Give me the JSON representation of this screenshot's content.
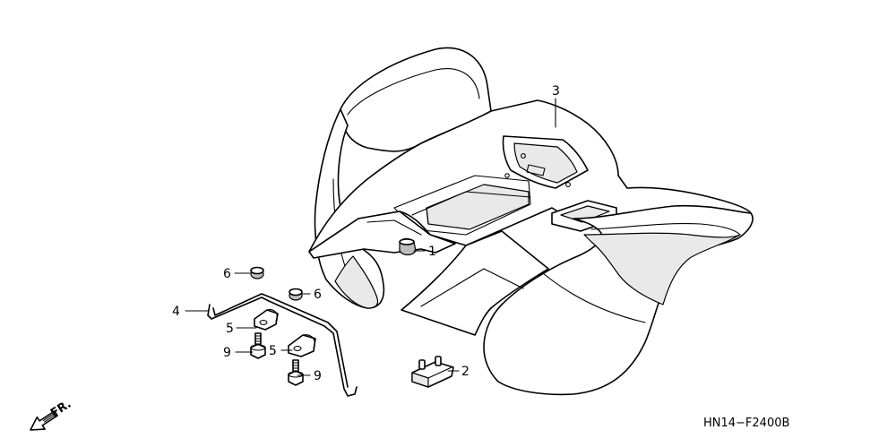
{
  "diagram_code": "HN14−F2400B",
  "direction_label": "FR.",
  "callouts": {
    "p1": "1",
    "p2": "2",
    "p3": "3",
    "p4": "4",
    "p5a": "5",
    "p5b": "5",
    "p6a": "6",
    "p6b": "6",
    "p9a": "9",
    "p9b": "9"
  },
  "icons": {
    "direction": "front-direction-arrow-icon"
  }
}
